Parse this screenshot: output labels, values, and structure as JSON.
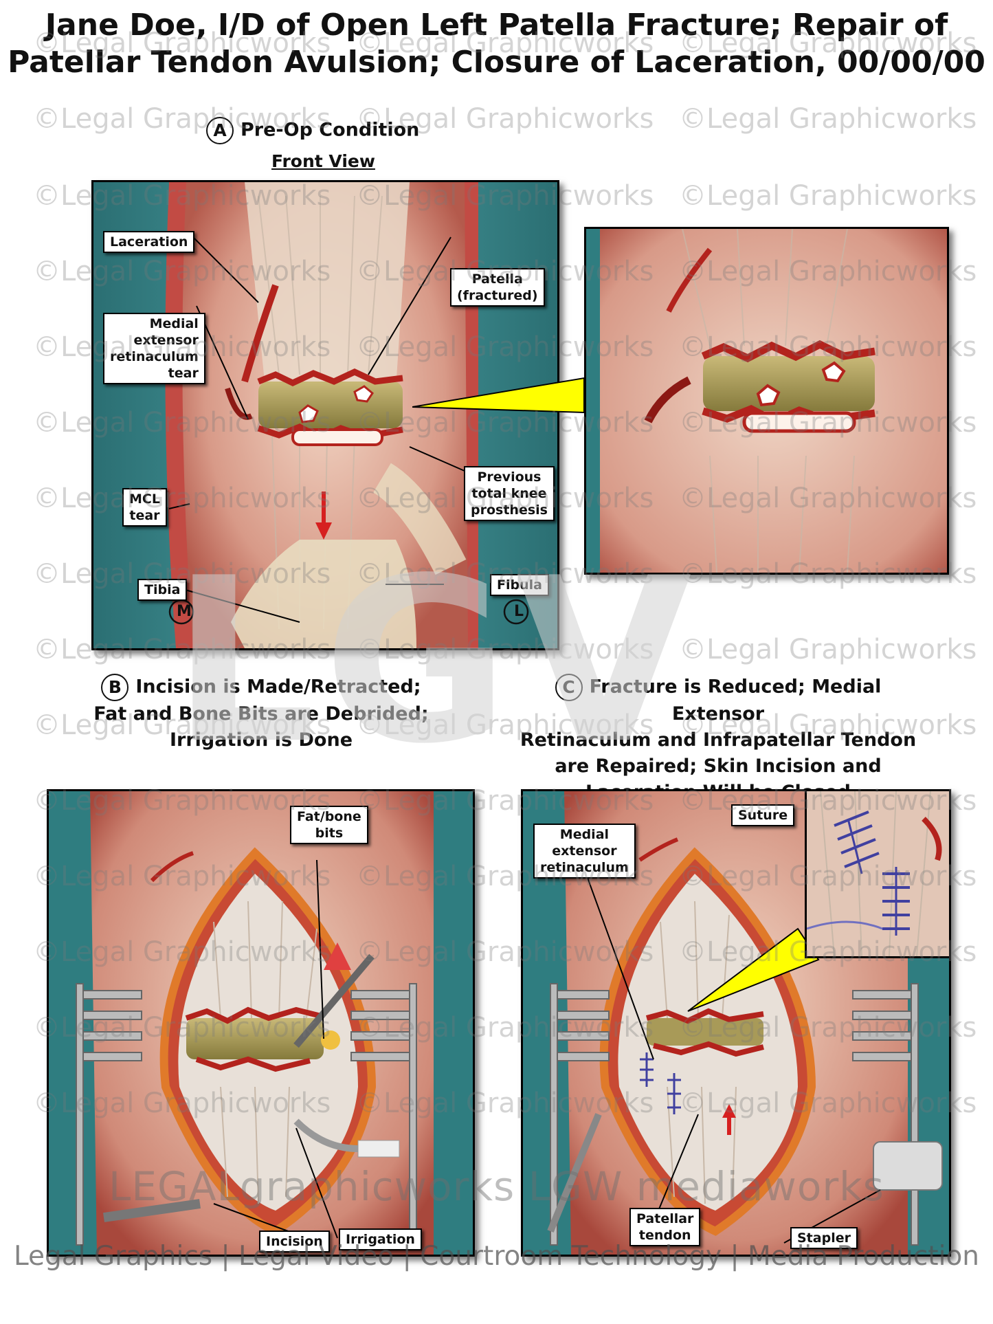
{
  "title": {
    "line1": "Jane Doe, I/D of Open Left Patella Fracture; Repair of",
    "line2": "Patellar Tendon Avulsion; Closure of Laceration, 00/00/00"
  },
  "watermark_text": "©Legal Graphicworks",
  "section_a": {
    "letter": "A",
    "heading": "Pre-Op Condition",
    "subheading": "Front View",
    "labels": {
      "laceration": "Laceration",
      "medial_tear_1": "Medial",
      "medial_tear_2": "extensor",
      "medial_tear_3": "retinaculum",
      "medial_tear_4": "tear",
      "patella_1": "Patella",
      "patella_2": "(fractured)",
      "prosthesis_1": "Previous",
      "prosthesis_2": "total knee",
      "prosthesis_3": "prosthesis",
      "mcl_1": "MCL",
      "mcl_2": "tear",
      "tibia": "Tibia",
      "fibula": "Fibula",
      "medial_marker": "M",
      "lateral_marker": "L"
    }
  },
  "section_b": {
    "letter": "B",
    "line1": "Incision is Made/Retracted;",
    "line2": "Fat and Bone Bits are Debrided;",
    "line3": "Irrigation is Done",
    "labels": {
      "fat_1": "Fat/bone",
      "fat_2": "bits",
      "incision": "Incision",
      "irrigation": "Irrigation"
    }
  },
  "section_c": {
    "letter": "C",
    "line1": "Fracture is Reduced; Medial Extensor",
    "line2": "Retinaculum and Infrapatellar Tendon",
    "line3": "are Repaired; Skin Incision and",
    "line4": "Laceration Will be Closed",
    "labels": {
      "medial_1": "Medial",
      "medial_2": "extensor",
      "medial_3": "retinaculum",
      "suture": "Suture",
      "tendon_1": "Patellar",
      "tendon_2": "tendon",
      "stapler": "Stapler"
    }
  },
  "brand_line": "LEGALgraphicworks  LGW mediaworks",
  "lgv_mark": "LGV",
  "footer": "Legal Graphics | Legal Video | Courtroom Technology | Media Production",
  "colors": {
    "teal_background": "#2f7d80",
    "tissue_red": "#c0403a",
    "muscle_pink": "#d9a08e",
    "bone_cream": "#e8dcc0",
    "callout_yellow": "#ffff00"
  }
}
